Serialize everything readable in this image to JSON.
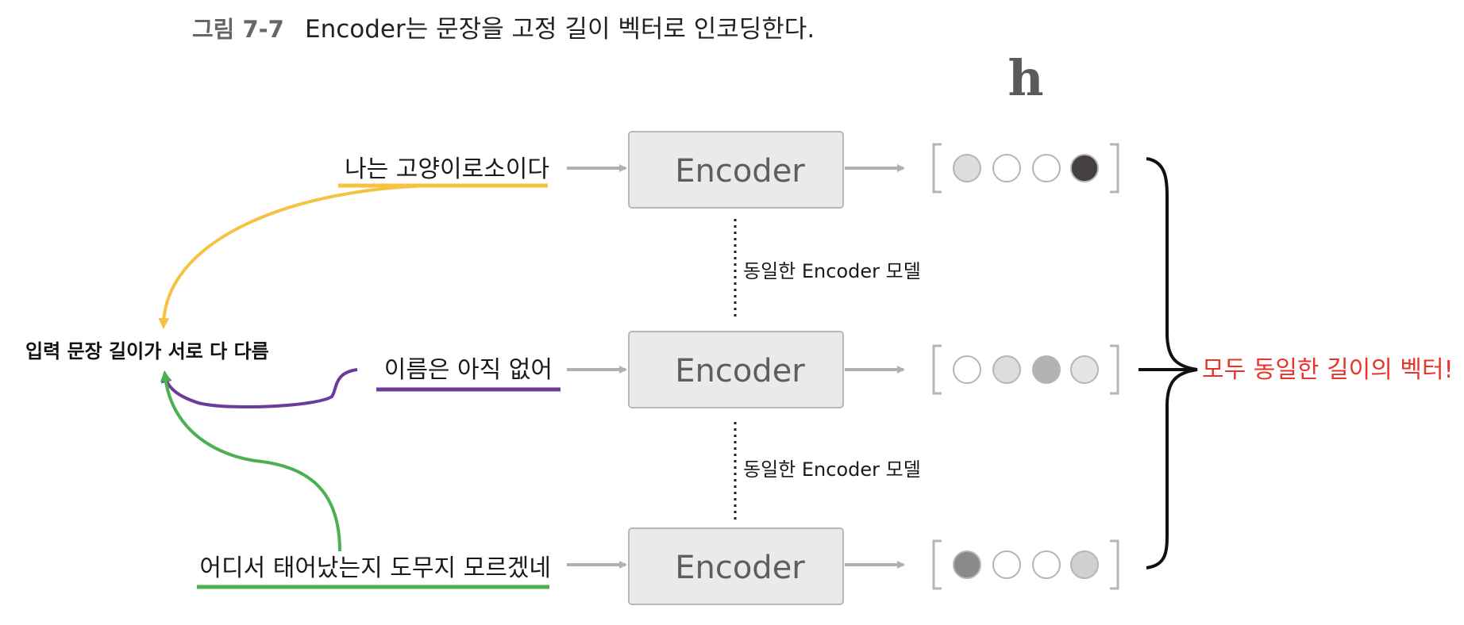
{
  "caption": {
    "label": "그림 7-7",
    "text": "Encoder는 문장을 고정 길이 벡터로 인코딩한다."
  },
  "vector_symbol": "h",
  "rows": [
    {
      "sentence": "나는 고양이로소이다",
      "encoder_label": "Encoder",
      "underline_color": "#f5c242",
      "vector": [
        "#dddddd",
        "#ffffff",
        "#ffffff",
        "#444040"
      ]
    },
    {
      "sentence": "이름은 아직 없어",
      "encoder_label": "Encoder",
      "underline_color": "#6a3d9a",
      "vector": [
        "#ffffff",
        "#dddddd",
        "#b3b3b3",
        "#e4e4e4"
      ]
    },
    {
      "sentence": "어디서 태어났는지 도무지 모르겠네",
      "encoder_label": "Encoder",
      "underline_color": "#4caf50",
      "vector": [
        "#8a8a8a",
        "#ffffff",
        "#ffffff",
        "#d0d0d0"
      ]
    }
  ],
  "same_model_labels": [
    "동일한 Encoder 모델",
    "동일한 Encoder 모델"
  ],
  "left_label": "입력 문장 길이가 서로 다 다름",
  "right_label": "모두 동일한 길이의 벡터!",
  "colors": {
    "accent_red": "#e8352b",
    "encoder_fill": "#eaeaea",
    "encoder_stroke": "#b8b8b8",
    "arrow_gray": "#b0b0b0",
    "bracket_gray": "#b5b5b5",
    "circle_stroke": "#b5b5b5"
  },
  "icons": {
    "arrow": "right-arrow-icon",
    "brace": "right-curly-brace-icon"
  }
}
